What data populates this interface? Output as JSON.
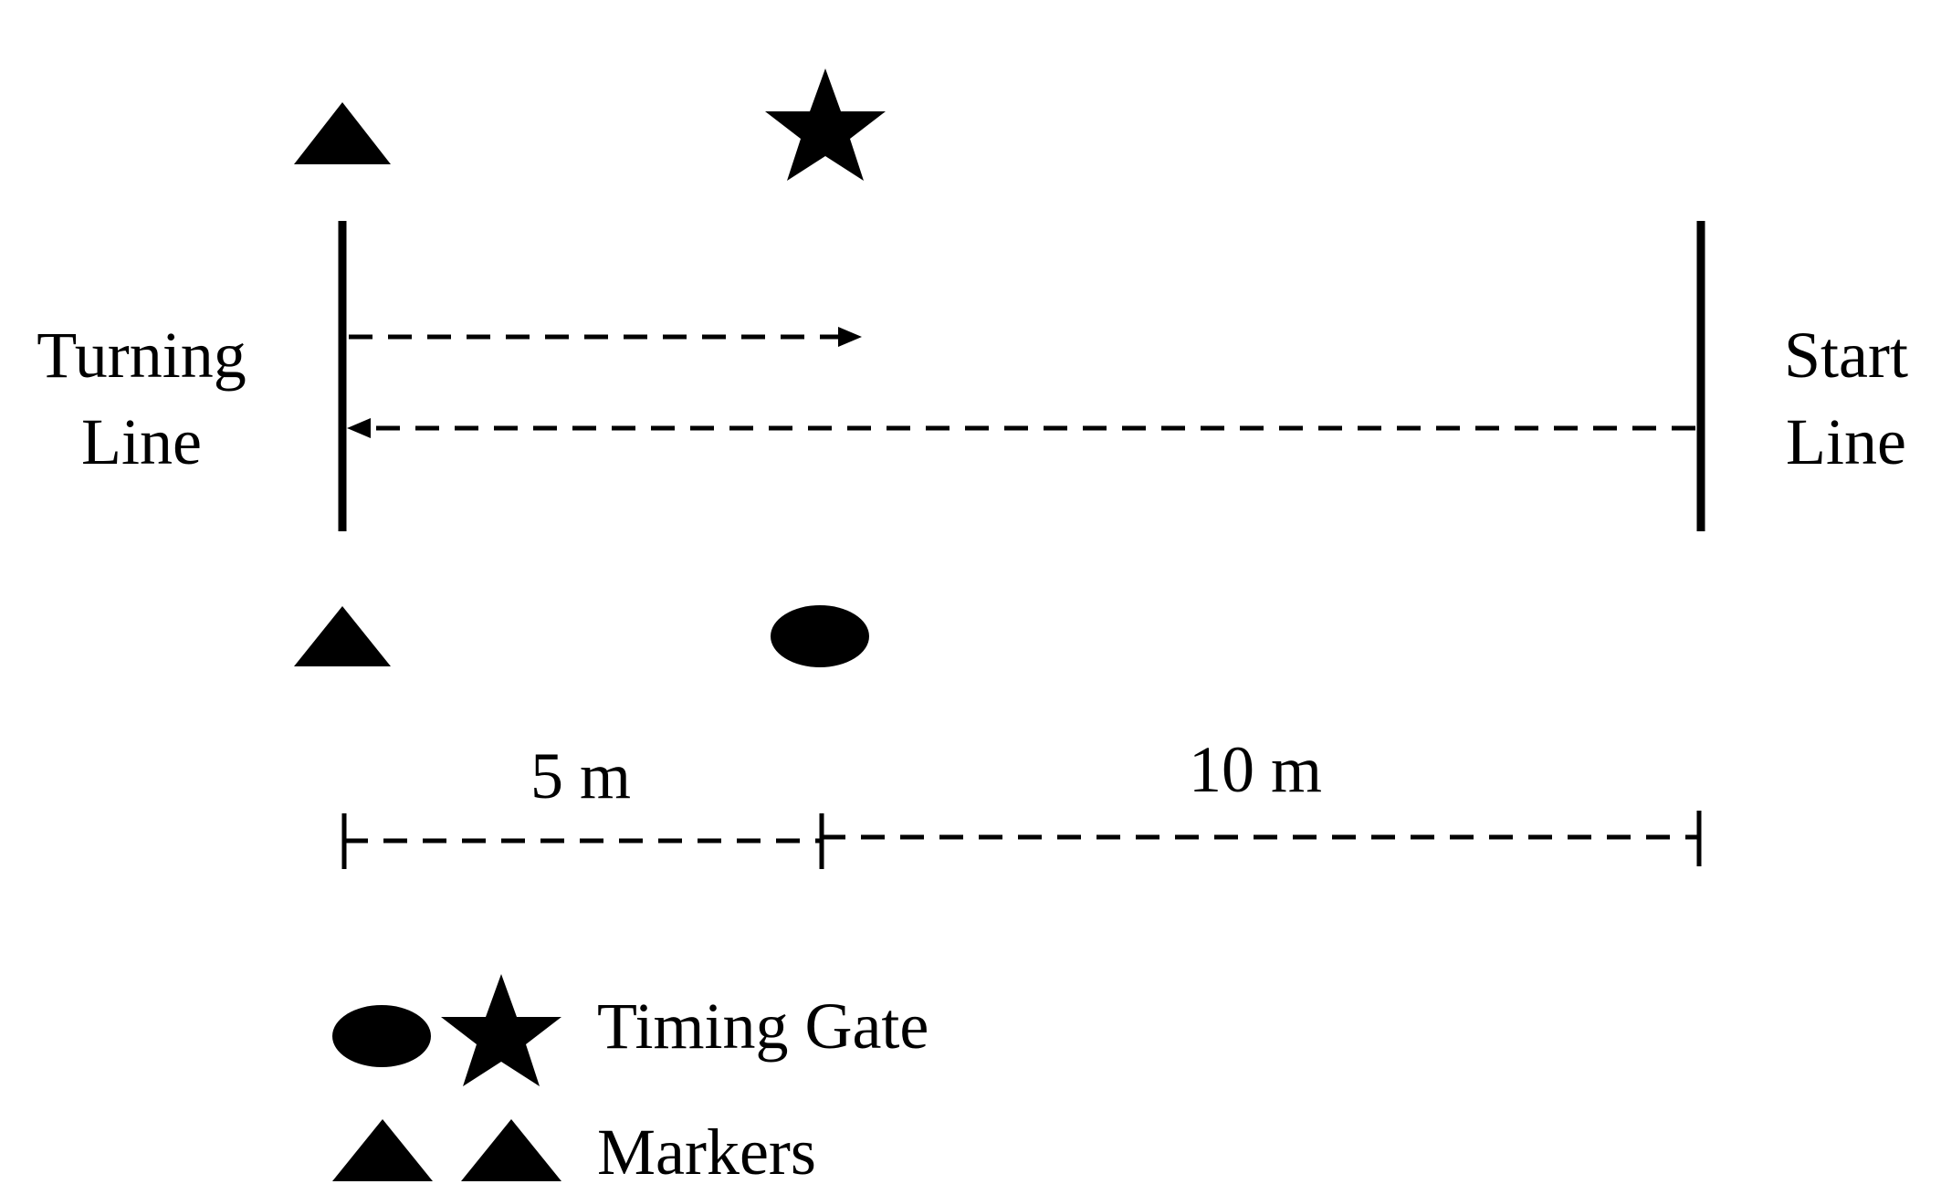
{
  "labels": {
    "turning_line": [
      "Turning",
      "Line"
    ],
    "start_line": [
      "Start",
      "Line"
    ],
    "distance_left": "5 m",
    "distance_right": "10 m"
  },
  "legend": {
    "timing_gate": "Timing Gate",
    "markers": "Markers"
  },
  "colors": {
    "ink": "#000000",
    "background": "#ffffff"
  }
}
